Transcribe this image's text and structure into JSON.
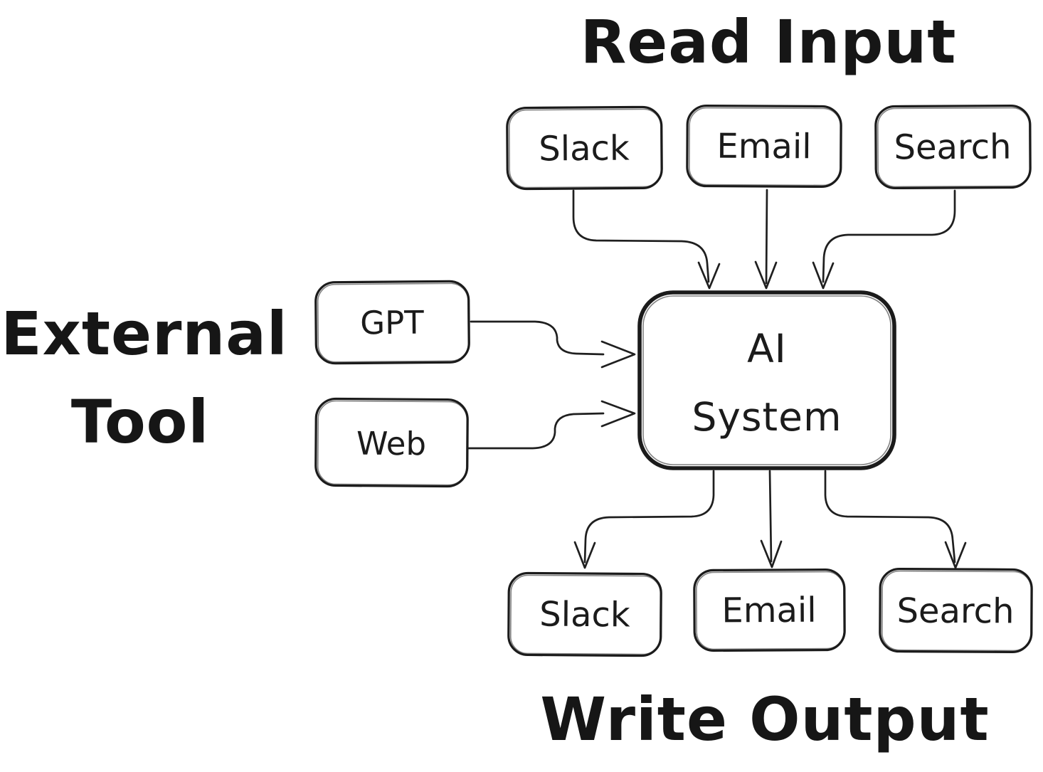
{
  "canvas": {
    "background": "#ffffff",
    "ink": "#1b1b1b"
  },
  "titles": {
    "read_input": "Read Input",
    "write_output": "Write Output",
    "external_tool": {
      "line1": "External",
      "line2": "Tool"
    }
  },
  "nodes": {
    "input_slack": {
      "label": "Slack"
    },
    "input_email": {
      "label": "Email"
    },
    "input_search": {
      "label": "Search"
    },
    "gpt": {
      "label": "GPT"
    },
    "web": {
      "label": "Web"
    },
    "ai_system": {
      "line1": "AI",
      "line2": "System"
    },
    "output_slack": {
      "label": "Slack"
    },
    "output_email": {
      "label": "Email"
    },
    "output_search": {
      "label": "Search"
    }
  },
  "edges": [
    {
      "from": "input_slack",
      "to": "ai_system",
      "direction": "down"
    },
    {
      "from": "input_email",
      "to": "ai_system",
      "direction": "down"
    },
    {
      "from": "input_search",
      "to": "ai_system",
      "direction": "down"
    },
    {
      "from": "gpt",
      "to": "ai_system",
      "direction": "right"
    },
    {
      "from": "web",
      "to": "ai_system",
      "direction": "right"
    },
    {
      "from": "ai_system",
      "to": "output_slack",
      "direction": "down"
    },
    {
      "from": "ai_system",
      "to": "output_email",
      "direction": "down"
    },
    {
      "from": "ai_system",
      "to": "output_search",
      "direction": "down"
    }
  ]
}
